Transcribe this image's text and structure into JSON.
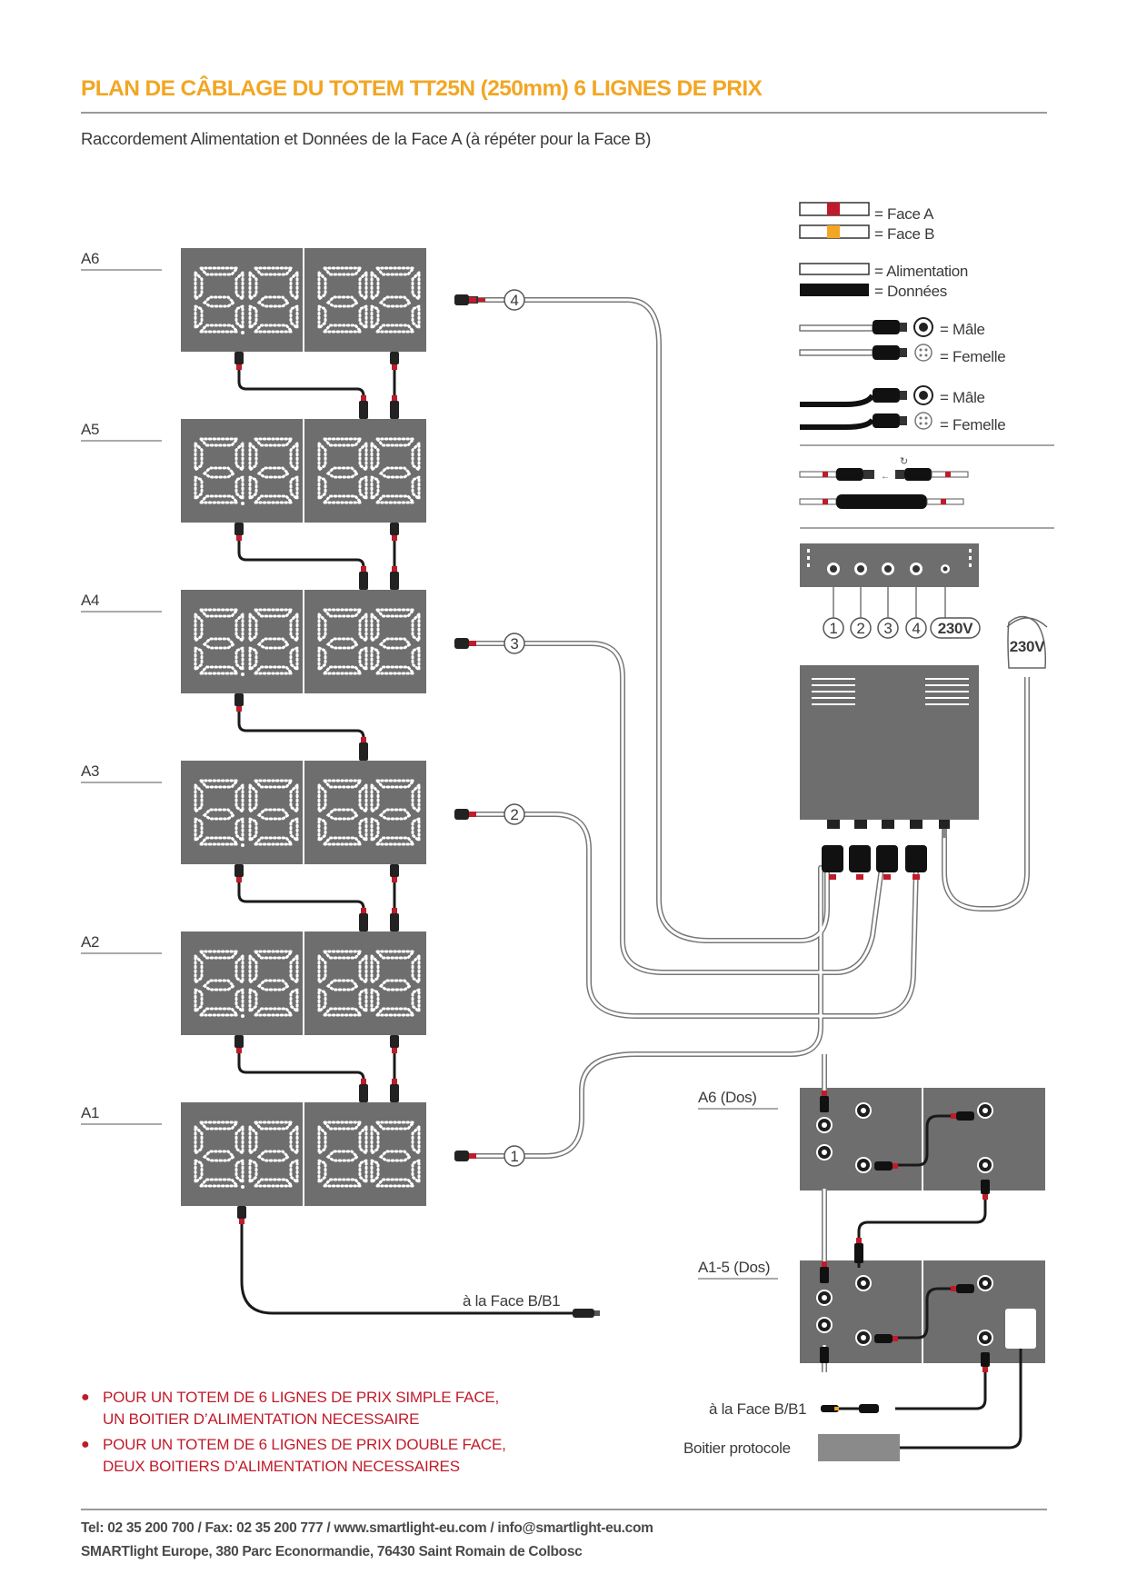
{
  "header": {
    "title": "PLAN DE CÂBLAGE DU TOTEM TT25N (250mm) 6 LIGNES DE PRIX",
    "subtitle": "Raccordement Alimentation et Données de la Face A (à répéter pour la Face B)"
  },
  "modules": [
    {
      "label": "A6"
    },
    {
      "label": "A5"
    },
    {
      "label": "A4"
    },
    {
      "label": "A3"
    },
    {
      "label": "A2"
    },
    {
      "label": "A1"
    }
  ],
  "connector_numbers": {
    "c4": "4",
    "c3": "3",
    "c2": "2",
    "c1": "1"
  },
  "legend": {
    "face_a": "= Face A",
    "face_b": "= Face B",
    "alimentation": "= Alimentation",
    "donnees": "= Données",
    "male_1": "= Mâle",
    "femelle_1": "= Femelle",
    "male_2": "= Mâle",
    "femelle_2": "= Femelle"
  },
  "power_box": {
    "ports": [
      "1",
      "2",
      "3",
      "4",
      "230V"
    ],
    "plug_label": "230V"
  },
  "back_view": {
    "a6_label": "A6 (Dos)",
    "a15_label": "A1-5 (Dos)",
    "face_b_right": "à la Face B/B1",
    "protocol_box": "Boitier protocole"
  },
  "face_b_left": "à la Face B/B1",
  "notes": [
    {
      "text": "POUR UN TOTEM DE 6 LIGNES DE PRIX SIMPLE FACE,",
      "text2": "UN BOITIER D’ALIMENTATION NECESSAIRE"
    },
    {
      "text": "POUR UN TOTEM DE 6 LIGNES DE PRIX DOUBLE FACE,",
      "text2": "DEUX BOITIERS D’ALIMENTATION NECESSAIRES"
    }
  ],
  "footer": {
    "line1": "Tel: 02 35 200 700  /  Fax: 02 35 200 777 / www.smartlight-eu.com / info@smartlight-eu.com",
    "line2": "SMARTlight Europe, 380 Parc Econormandie, 76430 Saint Romain de Colbosc"
  },
  "colors": {
    "title": "#F2A623",
    "face_a": "#C01B2A",
    "face_b": "#F2A623",
    "panel": "#6e6e6e",
    "note": "#C01B2A"
  }
}
